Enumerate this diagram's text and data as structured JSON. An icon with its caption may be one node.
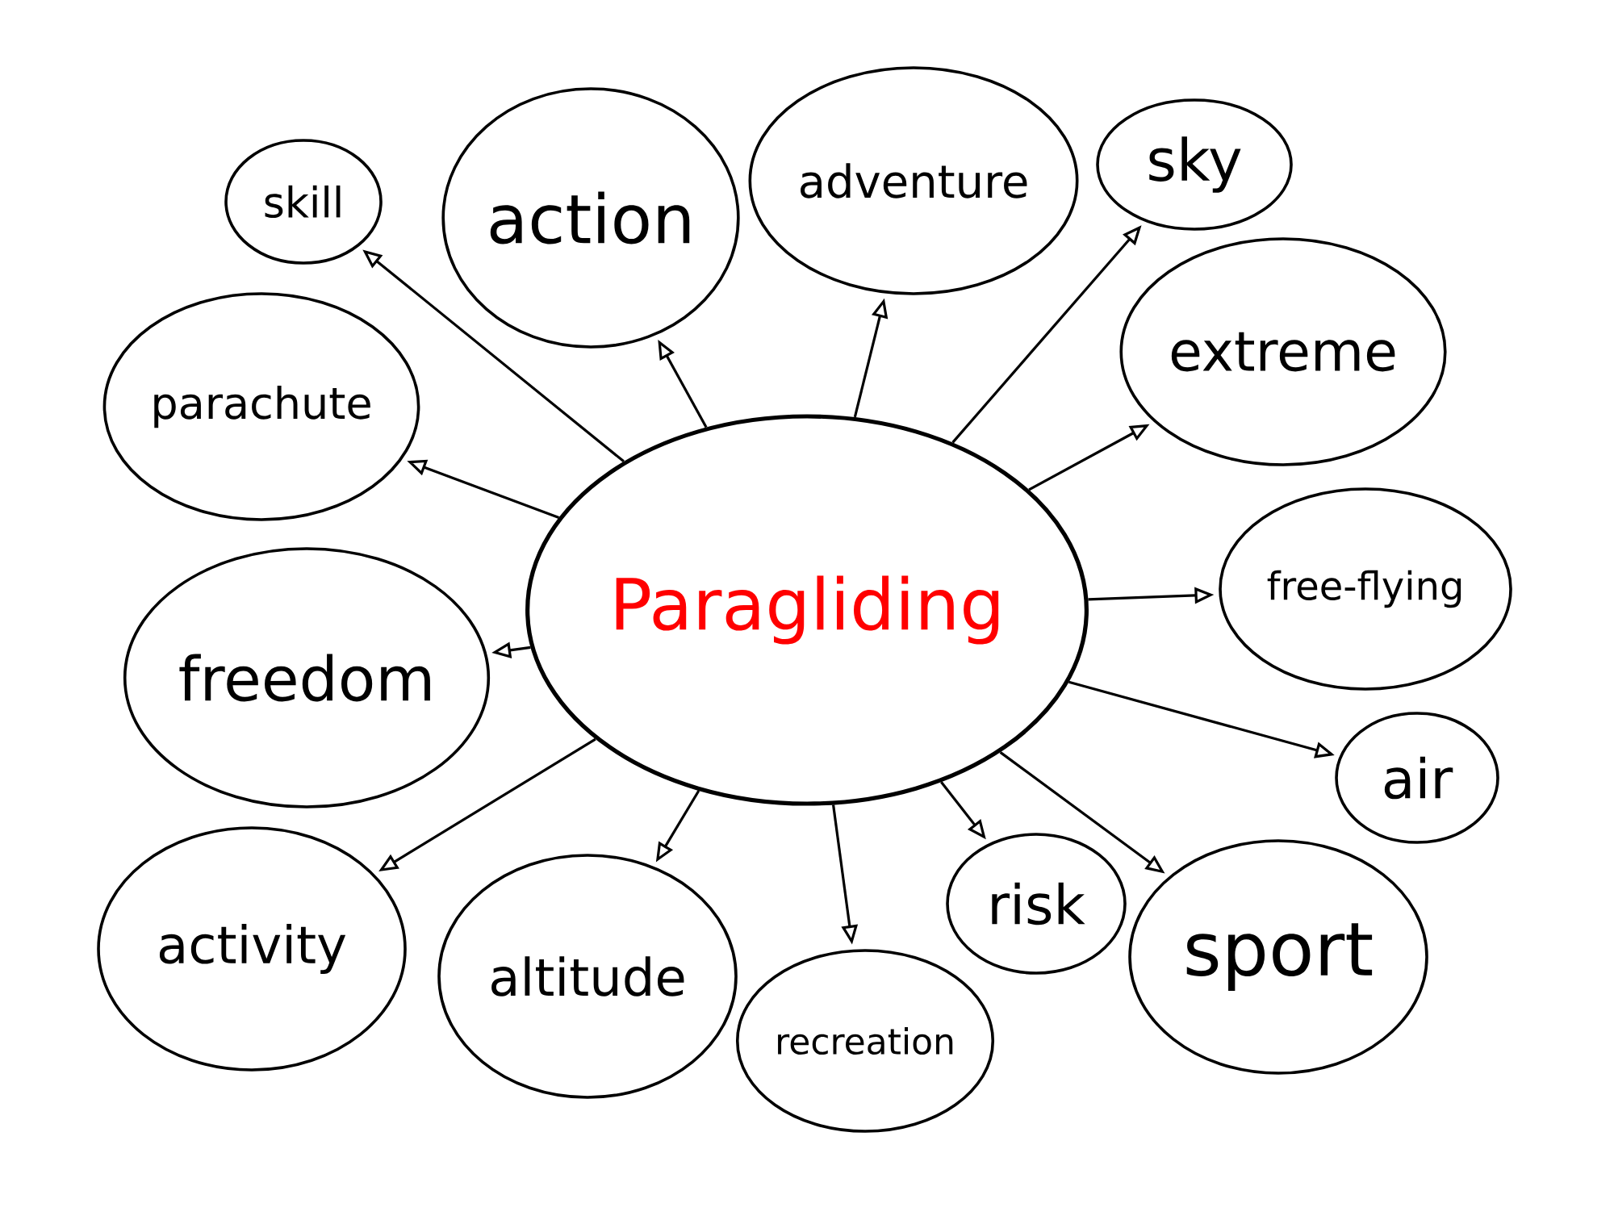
{
  "diagram": {
    "nodes": [
      {
        "text": [
          "Paragliding"
        ]
      },
      {
        "text": [
          "skill"
        ]
      },
      {
        "text": [
          "action"
        ]
      },
      {
        "text": [
          "adventure"
        ]
      },
      {
        "text": [
          "sky"
        ]
      },
      {
        "text": [
          "parachute"
        ]
      },
      {
        "text": [
          "extreme"
        ]
      },
      {
        "text": [
          "freedom"
        ]
      },
      {
        "text": [
          "free-flying"
        ]
      },
      {
        "text": [
          "air"
        ]
      },
      {
        "text": [
          "activity"
        ]
      },
      {
        "text": [
          "altitude"
        ]
      },
      {
        "text": [
          "recreation"
        ]
      },
      {
        "text": [
          "risk"
        ]
      },
      {
        "text": [
          "sport"
        ]
      }
    ],
    "edges": [
      {
        "from": 0,
        "to": 1,
        "arrow": "to"
      },
      {
        "from": 0,
        "to": 2,
        "arrow": "to"
      },
      {
        "from": 0,
        "to": 3,
        "arrow": "to"
      },
      {
        "from": 0,
        "to": 4,
        "arrow": "to"
      },
      {
        "from": 0,
        "to": 5,
        "arrow": "to"
      },
      {
        "from": 0,
        "to": 6,
        "arrow": "to"
      },
      {
        "from": 0,
        "to": 7,
        "arrow": "to"
      },
      {
        "from": 0,
        "to": 8,
        "arrow": "to"
      },
      {
        "from": 0,
        "to": 9,
        "arrow": "to"
      },
      {
        "from": 0,
        "to": 10,
        "arrow": "to"
      },
      {
        "from": 0,
        "to": 11,
        "arrow": "to"
      },
      {
        "from": 0,
        "to": 12,
        "arrow": "to"
      },
      {
        "from": 0,
        "to": 13,
        "arrow": "to"
      },
      {
        "from": 0,
        "to": 14,
        "arrow": "to"
      }
    ]
  }
}
